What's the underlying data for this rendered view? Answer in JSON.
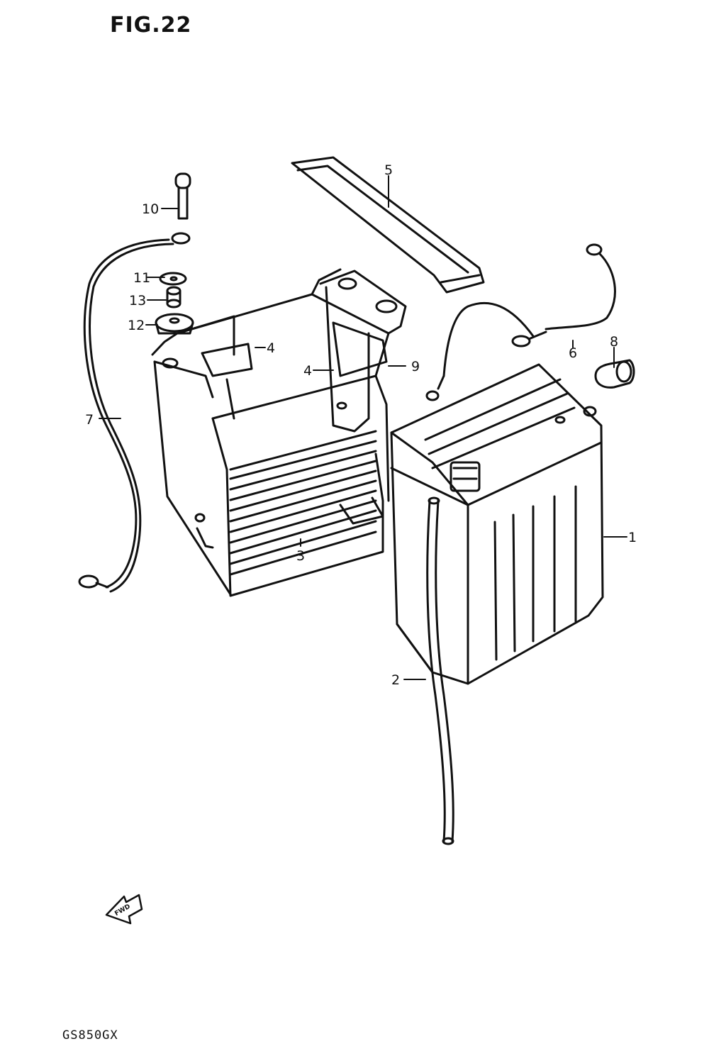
{
  "figure": {
    "title": "FIG.22",
    "model_code": "GS850GX"
  },
  "arrow_label": "FWD",
  "callouts": [
    {
      "id": "battery",
      "label": "1"
    },
    {
      "id": "breather-hose",
      "label": "2"
    },
    {
      "id": "battery-case",
      "label": "3"
    },
    {
      "id": "cushion-a",
      "label": "4"
    },
    {
      "id": "cushion-b",
      "label": "4"
    },
    {
      "id": "battery-band",
      "label": "5"
    },
    {
      "id": "lead-wire-negative",
      "label": "6"
    },
    {
      "id": "lead-wire-positive",
      "label": "7"
    },
    {
      "id": "terminal-cap",
      "label": "8"
    },
    {
      "id": "holder-plate",
      "label": "9"
    },
    {
      "id": "bolt",
      "label": "10"
    },
    {
      "id": "washer",
      "label": "11"
    },
    {
      "id": "spacer",
      "label": "13"
    },
    {
      "id": "cushion-rubber",
      "label": "12"
    }
  ]
}
